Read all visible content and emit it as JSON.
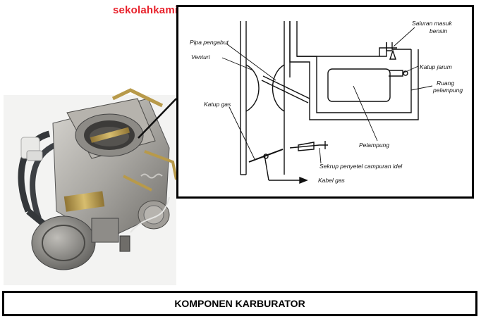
{
  "watermark": "sekolahkami.com",
  "caption": "KOMPONEN KARBURATOR",
  "diagram": {
    "labels": {
      "saluran_masuk": "Saluran masuk",
      "bensin": "bensin",
      "pipa_pengabut": "Pipa pengabut",
      "katup_jarum": "Katup jarum",
      "venturi": "Venturi",
      "ruang": "Ruang",
      "pelampung_ruang": "pelampung",
      "katup_gas": "Katup gas",
      "pelampung": "Pelampung",
      "sekrup": "Sekrup penyetel campuran idel",
      "kabel_gas": "Kabel gas"
    }
  },
  "colors": {
    "watermark": "#e8212b",
    "metal_light": "#c9c6c0",
    "metal_dark": "#6e6c68",
    "brass": "#b89a4a",
    "hose": "#3a3d40"
  }
}
